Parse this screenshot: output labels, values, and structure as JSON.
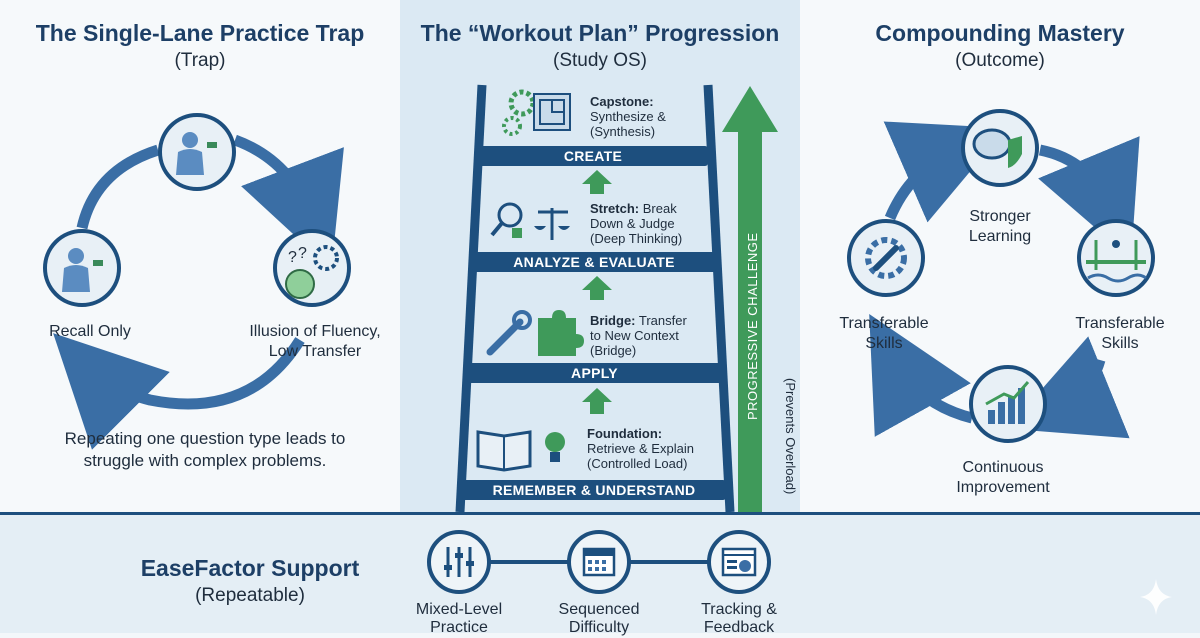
{
  "left": {
    "title": "The Single-Lane Practice Trap",
    "subtitle": "(Trap)",
    "node_left": "Recall Only",
    "node_right_line1": "Illusion of Fluency,",
    "node_right_line2": "Low Transfer",
    "caption_line1": "Repeating one question type leads to",
    "caption_line2": "struggle with complex problems."
  },
  "middle": {
    "title": "The “Workout Plan” Progression",
    "subtitle": "(Study OS)",
    "vertical_label": "PROGRESSIVE CHALLENGE",
    "vertical_sub": "(Prevents Overload)",
    "steps": [
      {
        "rung": "CREATE",
        "head": "Capstone:",
        "line1": "Synthesize &",
        "line2": "(Synthesis)",
        "line3": ""
      },
      {
        "rung": "ANALYZE & EVALUATE",
        "head": "Stretch:",
        "line1": "Break",
        "line2": "Down & Judge",
        "line3": "(Deep Thinking)"
      },
      {
        "rung": "APPLY",
        "head": "Bridge:",
        "line1": "Transfer",
        "line2": "to New Context",
        "line3": "(Bridge)"
      },
      {
        "rung": "REMEMBER & UNDERSTAND",
        "head": "Foundation:",
        "line1": "",
        "line2": "Retrieve & Explain",
        "line3": "(Controlled Load)"
      }
    ]
  },
  "right": {
    "title": "Compounding Mastery",
    "subtitle": "(Outcome)",
    "node_top_line1": "Stronger",
    "node_top_line2": "Learning",
    "node_right_line1": "Transferable",
    "node_right_line2": "Skills",
    "node_left_line1": "Transferable",
    "node_left_line2": "Skills",
    "node_bottom_line1": "Continuous",
    "node_bottom_line2": "Improvement"
  },
  "bottom": {
    "title": "EaseFactor Support",
    "subtitle": "(Repeatable)",
    "items": [
      {
        "line1": "Mixed-Level",
        "line2": "Practice"
      },
      {
        "line1": "Sequenced",
        "line2": "Difficulty"
      },
      {
        "line1": "Tracking &",
        "line2": "Feedback"
      }
    ]
  },
  "colors": {
    "navy": "#1d4f7e",
    "blue": "#3a6ea5",
    "green": "#3f9a5a",
    "panel_mid": "#dbe9f3"
  }
}
